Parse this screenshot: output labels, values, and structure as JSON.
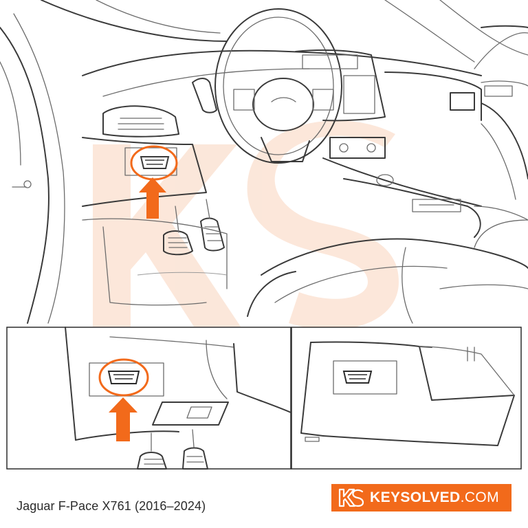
{
  "caption": "Jaguar F-Pace X761 (2016–2024)",
  "brand": {
    "name_bold": "KEYSOLVED",
    "name_suffix": ".COM",
    "color": "#f26a1b"
  },
  "colors": {
    "accent": "#f26a1b",
    "line": "#3a3a3a",
    "watermark": "#fbe3d4"
  },
  "icons": {
    "arrow": "up-arrow-icon",
    "port": "obd-port-icon",
    "logo": "ks-logo-icon"
  }
}
